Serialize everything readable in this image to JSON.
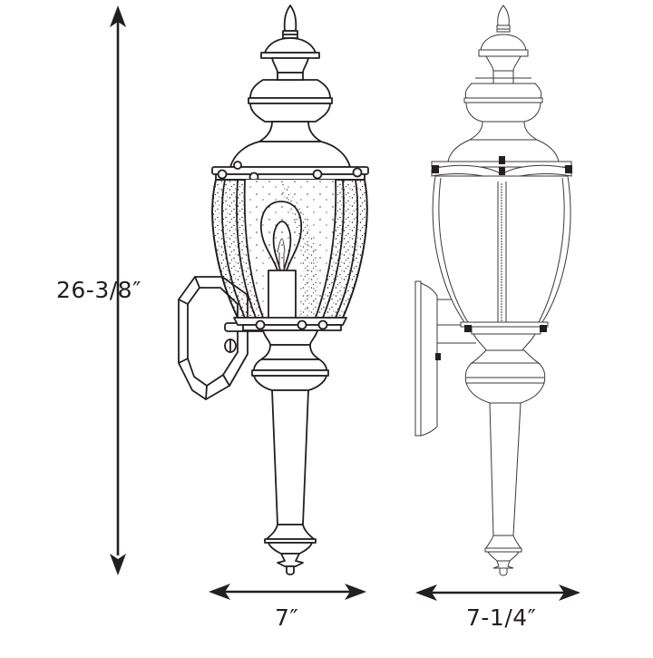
{
  "diagram": {
    "type": "product dimension drawing",
    "subject": "outdoor wall lantern",
    "views": [
      {
        "name": "front-view",
        "style": "seeded glass lantern with bulb and octagonal backplate"
      },
      {
        "name": "side-view",
        "style": "clear glass profile with wall bracket"
      }
    ],
    "colors": {
      "line": "#231f20",
      "background": "#ffffff"
    }
  },
  "dimensions": {
    "height": {
      "label": "26-3/8″",
      "orientation": "vertical"
    },
    "front_width": {
      "label": "7″",
      "orientation": "horizontal"
    },
    "side_width": {
      "label": "7-1/4″",
      "orientation": "horizontal"
    }
  }
}
